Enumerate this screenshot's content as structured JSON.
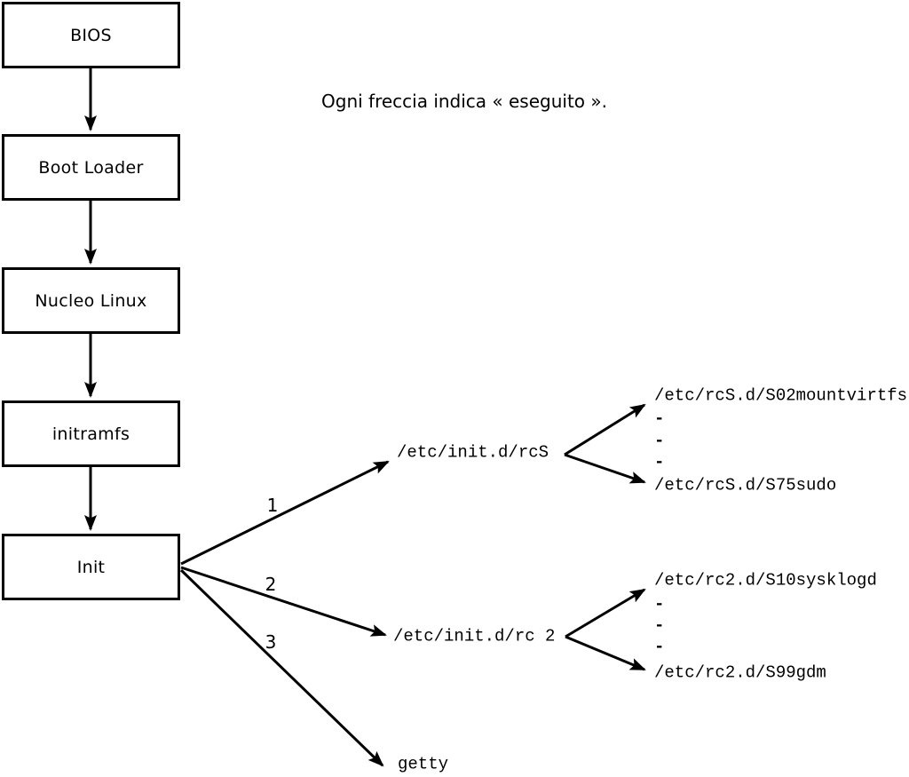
{
  "caption": "Ogni freccia indica « eseguito ».",
  "boxes": [
    "BIOS",
    "Boot Loader",
    "Nucleo Linux",
    "initramfs",
    "Init"
  ],
  "branches": [
    {
      "number": "1",
      "target": "/etc/init.d/rcS"
    },
    {
      "number": "2",
      "target": "/etc/init.d/rc 2"
    },
    {
      "number": "3",
      "target": "getty"
    }
  ],
  "rcS_dir": {
    "first": "/etc/rcS.d/S02mountvirtfs",
    "dots": [
      "-",
      "-",
      "-"
    ],
    "last": "/etc/rcS.d/S75sudo"
  },
  "rc2_dir": {
    "first": "/etc/rc2.d/S10sysklogd",
    "dots": [
      "-",
      "-",
      "-"
    ],
    "last": "/etc/rc2.d/S99gdm"
  },
  "colors": {
    "line": "#000000",
    "background": "#ffffff"
  }
}
